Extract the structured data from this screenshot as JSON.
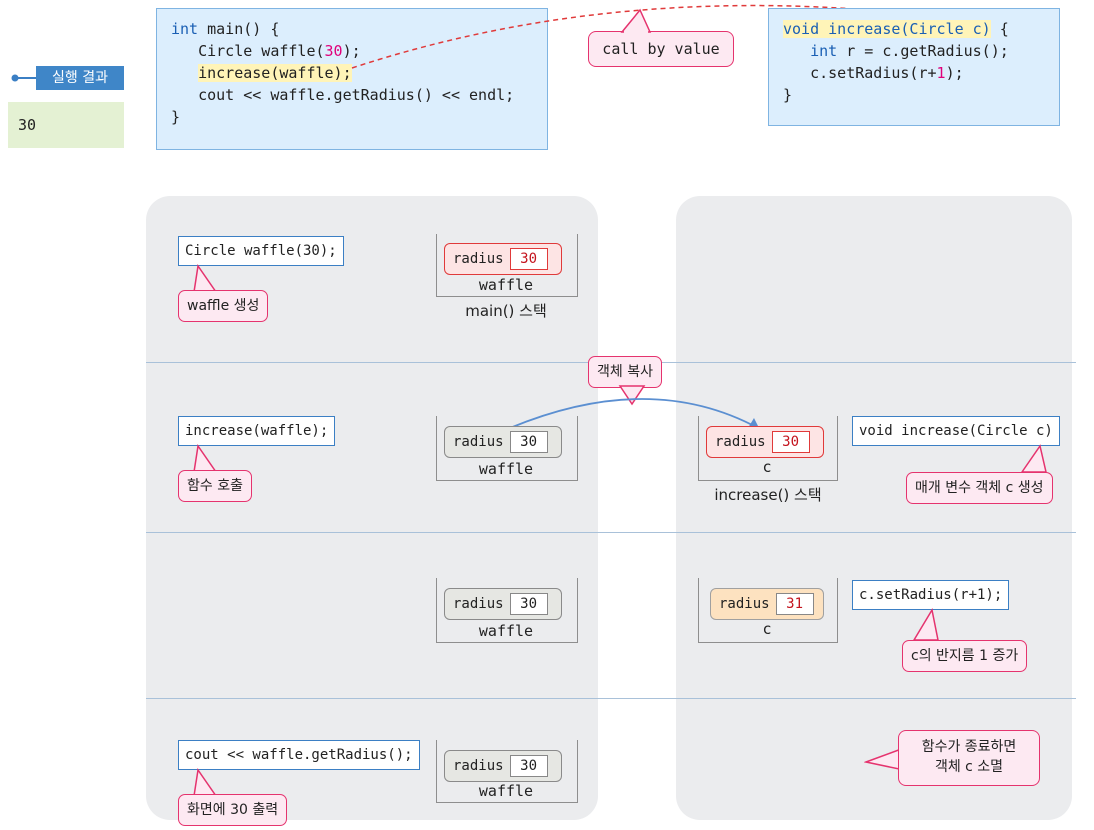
{
  "result": {
    "label": "실행 결과",
    "value": "30"
  },
  "main_code": {
    "lines": [
      [
        {
          "t": "int",
          "c": "kw"
        },
        {
          "t": " main() {"
        }
      ],
      [
        {
          "t": "   Circle waffle("
        },
        {
          "t": "30",
          "c": "num"
        },
        {
          "t": ");"
        }
      ],
      [
        {
          "t": "   "
        },
        {
          "t": "increase(waffle);",
          "c": "hl"
        }
      ],
      [
        {
          "t": "   cout << waffle.getRadius() << endl;"
        }
      ],
      [
        {
          "t": "}"
        }
      ]
    ]
  },
  "func_code": {
    "lines": [
      [
        {
          "t": "void increase(Circle c)",
          "c": "hl kw0"
        },
        {
          "t": " {"
        }
      ],
      [
        {
          "t": "   "
        },
        {
          "t": "int",
          "c": "kw"
        },
        {
          "t": " r = c.getRadius();"
        }
      ],
      [
        {
          "t": "   c.setRadius(r+"
        },
        {
          "t": "1",
          "c": "num"
        },
        {
          "t": ");"
        }
      ],
      [
        {
          "t": "}"
        }
      ]
    ]
  },
  "call_by_value": "call by value",
  "object_copy": "객체 복사",
  "field_name": "radius",
  "rows": [
    {
      "code": "Circle waffle(30);",
      "callout": "waffle 생성",
      "main_value": "30",
      "main_name": "waffle",
      "main_stack_label": "main() 스택"
    },
    {
      "code": "increase(waffle);",
      "callout": "함수 호출",
      "main_value": "30",
      "main_name": "waffle",
      "c_value": "30",
      "c_name": "c",
      "c_stack_label": "increase() 스택",
      "func_code": "void increase(Circle c)",
      "func_callout": "매개 변수 객체 c 생성"
    },
    {
      "main_value": "30",
      "main_name": "waffle",
      "c_value": "31",
      "c_name": "c",
      "func_code": "c.setRadius(r+1);",
      "func_callout": "c의 반지름 1 증가"
    },
    {
      "code": "cout << waffle.getRadius();",
      "callout": "화면에 30 출력",
      "main_value": "30",
      "main_name": "waffle",
      "end_callout_line1": "함수가 종료하면",
      "end_callout_line2": "객체 c 소멸"
    }
  ],
  "colors": {
    "code_bg": "#dceefd",
    "code_border": "#7fb4e2",
    "callout_border": "#e5336e",
    "arrow_red": "#e03a3a",
    "arrow_blue": "#5b8fd1"
  }
}
